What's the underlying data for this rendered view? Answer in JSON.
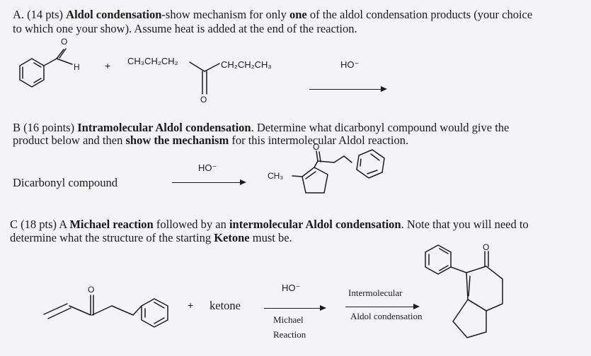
{
  "partA": {
    "label": "A. (14 pts)",
    "title": "Aldol condensation",
    "desc1": "-show mechanism for only",
    "one": "one",
    "desc2": "of the aldol condensation products (your choice",
    "line2": "to which one your show). Assume heat is added at the end of the reaction.",
    "plus": "+",
    "ketone_left": "CH₃CH₂CH₂",
    "ketone_right": "CH₂CH₂CH₃",
    "reagent": "HO⁻",
    "atom_H": "H",
    "atom_O": "O"
  },
  "partB": {
    "label": "B (16 points)",
    "title": "Intramolecular Aldol condensation",
    "desc": ". Determine what dicarbonyl compound would give the",
    "line2a": "product below and then",
    "show_mech": "show the mechanism",
    "line2b": "for this intermolecular Aldol reaction.",
    "start_label": "Dicarbonyl compound",
    "reagent": "HO⁻",
    "ch3": "CH₃",
    "atom_O": "O"
  },
  "partC": {
    "label": "C (18 pts) A",
    "title1": "Michael reaction",
    "mid": "followed by an",
    "title2": "intermolecular Aldol condensation",
    "desc": ". Note that you will need to",
    "line2a": "determine what the structure of the starting",
    "ketone_word": "Ketone",
    "line2b": "must be.",
    "plus": "+",
    "ketone": "ketone",
    "reagent": "HO⁻",
    "michael": "Michael",
    "reaction": "Reaction",
    "inter": "Intermolecular",
    "aldol": "Aldol condensation",
    "atom_O": "O"
  }
}
